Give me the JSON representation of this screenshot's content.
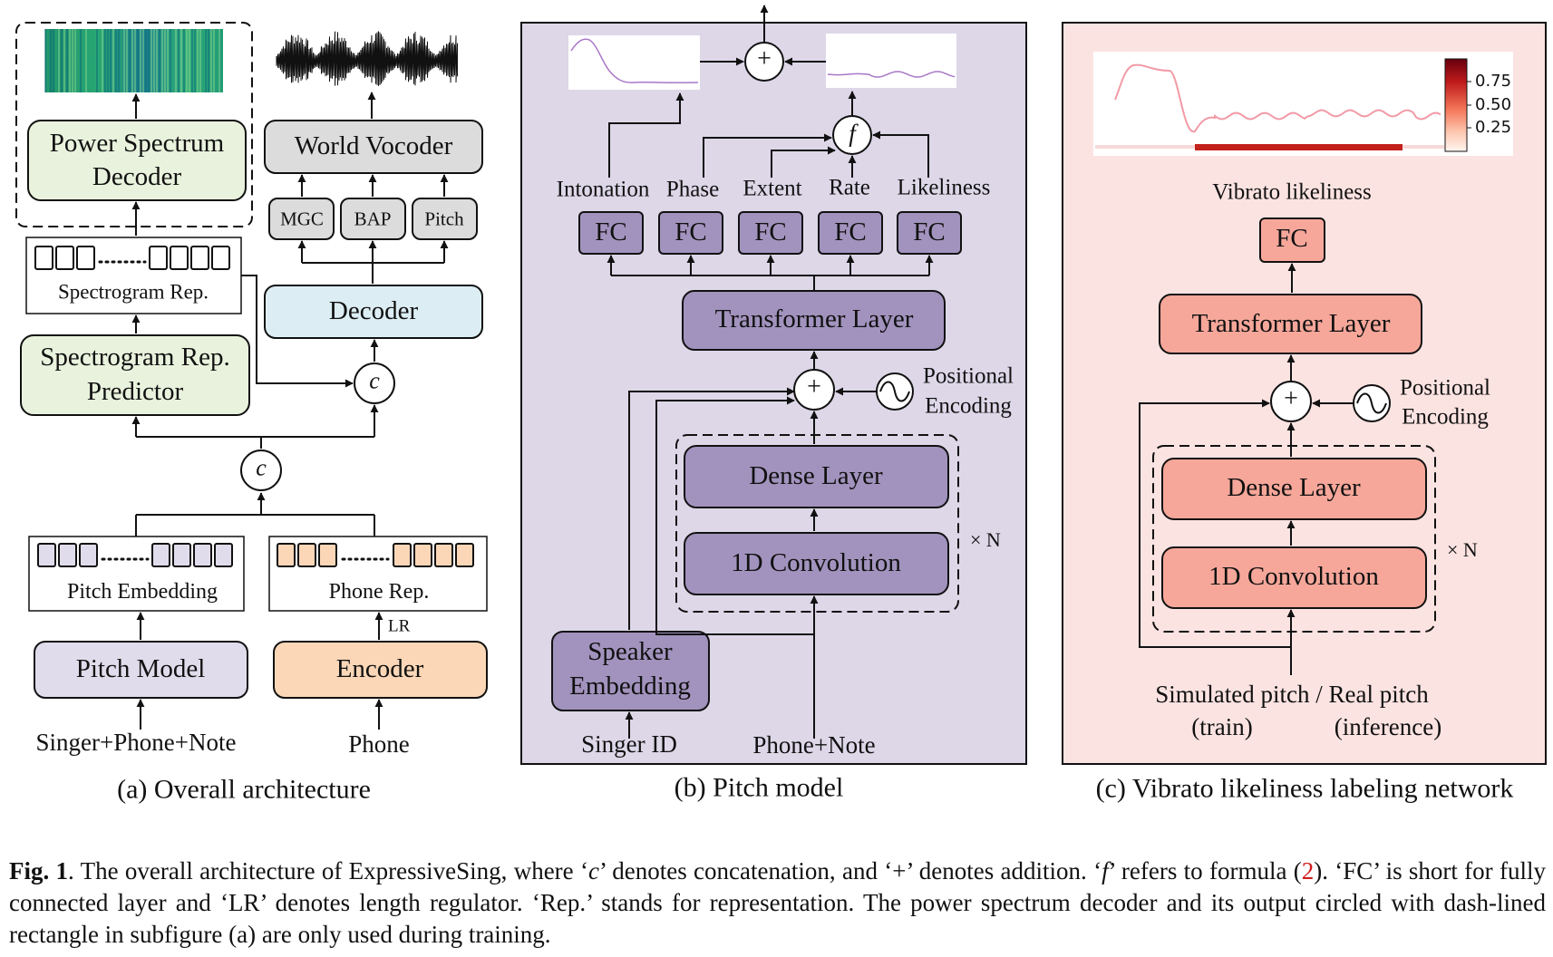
{
  "panel_a": {
    "caption": "(a) Overall architecture",
    "power_spectrum_decoder": [
      "Power Spectrum",
      "Decoder"
    ],
    "world_vocoder": "World Vocoder",
    "vocoder_inputs": [
      "MGC",
      "BAP",
      "Pitch"
    ],
    "decoder": "Decoder",
    "spectrogram_rep": "Spectrogram Rep.",
    "spectrogram_predictor": [
      "Spectrogram Rep.",
      "Predictor"
    ],
    "concat_symbol": "c",
    "pitch_embedding": "Pitch Embedding",
    "phone_rep": "Phone Rep.",
    "length_regulator": "LR",
    "pitch_model": "Pitch Model",
    "encoder": "Encoder",
    "input_left": "Singer+Phone+Note",
    "input_right": "Phone"
  },
  "panel_b": {
    "caption": "(b) Pitch model",
    "plus_symbol": "+",
    "formula_symbol": "f",
    "outputs": [
      "Intonation",
      "Phase",
      "Extent",
      "Rate",
      "Likeliness"
    ],
    "fc": "FC",
    "transformer": "Transformer Layer",
    "positional": [
      "Positional",
      "Encoding"
    ],
    "dense": "Dense Layer",
    "conv": "1D Convolution",
    "repeat": "× N",
    "speaker": [
      "Speaker",
      "Embedding"
    ],
    "singer_id": "Singer ID",
    "phone_note": "Phone+Note"
  },
  "panel_c": {
    "caption": "(c) Vibrato  likeliness labeling network",
    "colorbar_ticks": [
      "0.75",
      "0.50",
      "0.25"
    ],
    "vibrato_label": "Vibrato likeliness",
    "fc": "FC",
    "transformer": "Transformer Layer",
    "plus_symbol": "+",
    "positional": [
      "Positional",
      "Encoding"
    ],
    "dense": "Dense Layer",
    "conv": "1D Convolution",
    "repeat": "× N",
    "input": [
      "Simulated pitch / Real pitch",
      "(train)",
      "(inference)"
    ]
  },
  "caption": {
    "fig": "Fig. 1",
    "p1": ". The overall architecture of ExpressiveSing, where ‘",
    "c": "c",
    "p2": "’ denotes concatenation, and ‘+’ denotes addition. ‘",
    "f": "f",
    "p3": "’ refers to formula (",
    "ref": "2",
    "p4": "). ‘FC’ is short for fully connected layer and ‘LR’ denotes length regulator.  ‘Rep.’  stands for representation.  The power spectrum decoder and its output circled with dash-lined rectangle in subfigure (a) are only used during training."
  },
  "colors": {
    "green_box": "#e9f2dd",
    "gray_box": "#dcdcdc",
    "blue_box": "#dceef4",
    "lavender_box": "#e1dcec",
    "peach_box": "#fbd7b7",
    "purple_panel": "#ddd7e8",
    "purple_box": "#a293be",
    "pink_panel": "#fbe3e1",
    "pink_box": "#f6a79a",
    "caption_ref": "#d21b1b"
  }
}
